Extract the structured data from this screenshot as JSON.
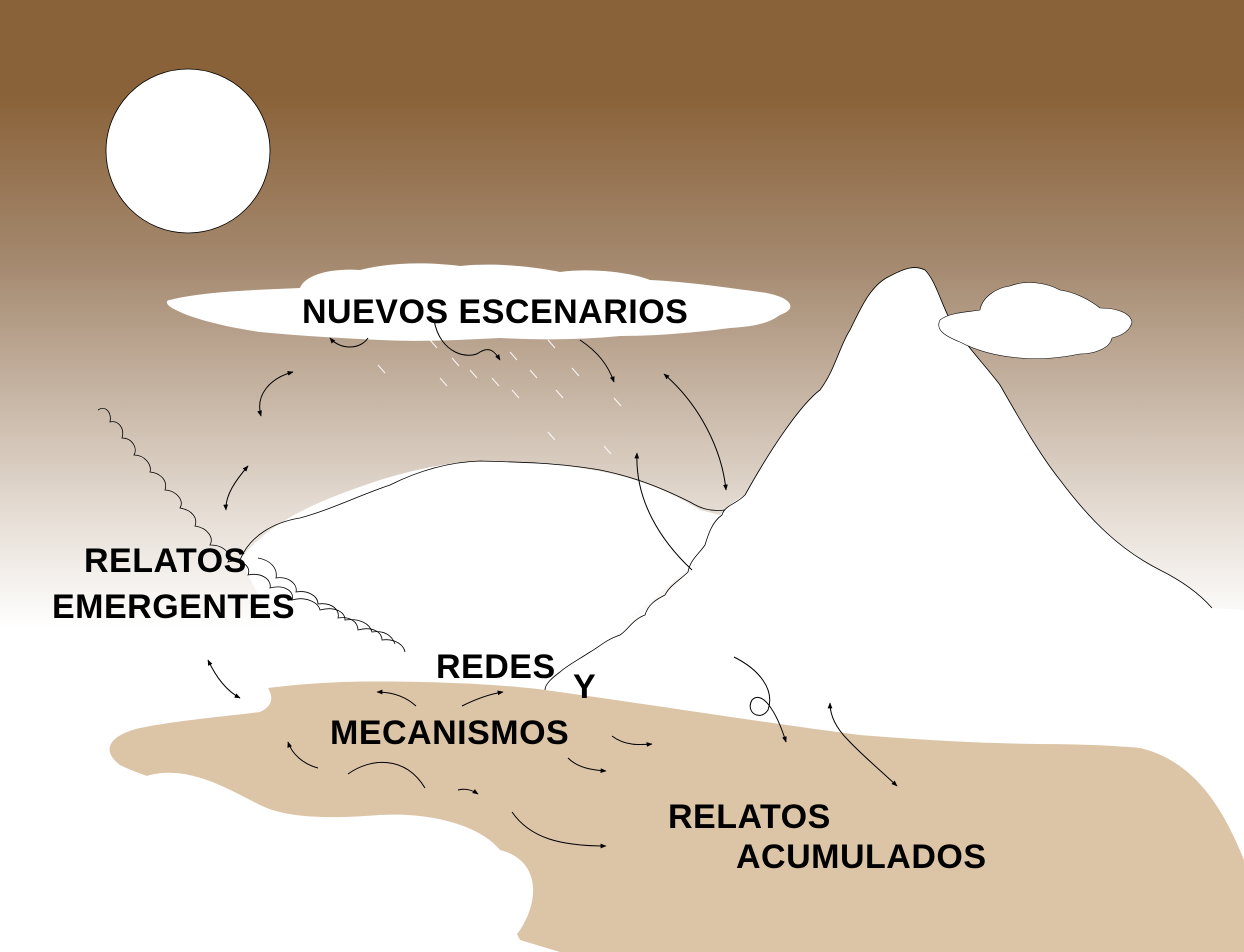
{
  "labels": {
    "nuevos": "NUEVOS ESCENARIOS",
    "relatos_emergentes_1": "RELATOS",
    "relatos_emergentes_2": "EMERGENTES",
    "redes": "REDES",
    "y": "Y",
    "mecanismos": "MECANISMOS",
    "relatos_acumulados_1": "RELATOS",
    "relatos_acumulados_2": "ACUMULADOS"
  },
  "colors": {
    "sky_top": "#8a6239",
    "sky_bottom": "#ffffff",
    "land": "#dcc4a7",
    "white": "#ffffff",
    "line": "#000000"
  }
}
